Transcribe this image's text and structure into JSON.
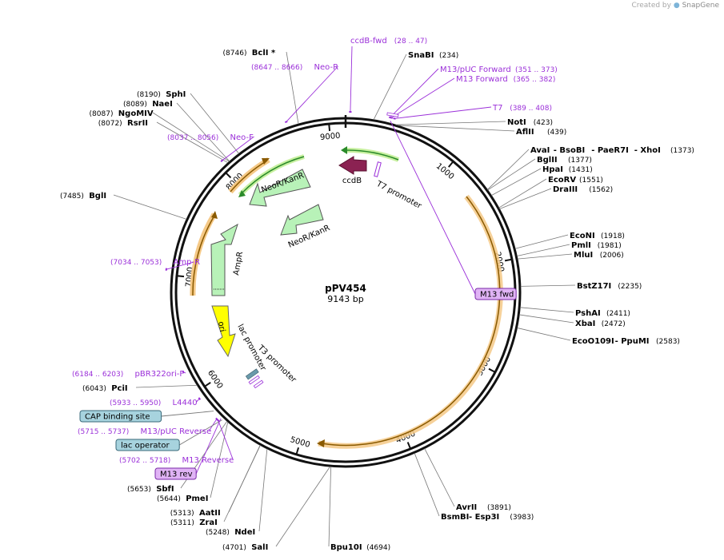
{
  "credit": {
    "prefix": "Created by",
    "brand": "SnapGene"
  },
  "plasmid": {
    "name": "pPV454",
    "length_label": "9143 bp",
    "length": 9143
  },
  "colors": {
    "primer": "#9b30d9",
    "orf": "#f5b24a",
    "neo": "#b8f2b8",
    "amp": "#b8f2b8",
    "ccdb": "#8b2252",
    "ori": "#ffff00",
    "misc_box": "#a7d3de",
    "primer_box": "#e0b3f5"
  },
  "ticks": [
    {
      "label": "1000",
      "pos": 1000
    },
    {
      "label": "2000",
      "pos": 2000
    },
    {
      "label": "3000",
      "pos": 3000
    },
    {
      "label": "4000",
      "pos": 4000
    },
    {
      "label": "5000",
      "pos": 5000
    },
    {
      "label": "6000",
      "pos": 6000
    },
    {
      "label": "7000",
      "pos": 7000
    },
    {
      "label": "8000",
      "pos": 8000
    },
    {
      "label": "9000",
      "pos": 9000
    }
  ],
  "enzymes": [
    {
      "side": "right",
      "parts": [
        {
          "name": "SnaBI",
          "pos": "(234)"
        }
      ],
      "site": 234
    },
    {
      "side": "right",
      "parts": [
        {
          "name": "NotI",
          "pos": "(423)"
        }
      ],
      "site": 423
    },
    {
      "side": "right",
      "parts": [
        {
          "name": "AflII",
          "pos": "(439)"
        }
      ],
      "site": 439
    },
    {
      "side": "right",
      "parts": [
        {
          "name": "AvaI",
          "pos": ""
        },
        {
          "name": "- BsoBI",
          "pos": ""
        },
        {
          "name": "- PaeR7I",
          "pos": ""
        },
        {
          "name": "- XhoI",
          "pos": "(1373)"
        }
      ],
      "site": 1373
    },
    {
      "side": "right",
      "parts": [
        {
          "name": "BglII",
          "pos": "(1377)"
        }
      ],
      "site": 1377
    },
    {
      "side": "right",
      "parts": [
        {
          "name": "HpaI",
          "pos": "(1431)"
        }
      ],
      "site": 1431
    },
    {
      "side": "right",
      "parts": [
        {
          "name": "EcoRV",
          "pos": "(1551)"
        }
      ],
      "site": 1551
    },
    {
      "side": "right",
      "parts": [
        {
          "name": "DraIII",
          "pos": "(1562)"
        }
      ],
      "site": 1562
    },
    {
      "side": "right",
      "parts": [
        {
          "name": "EcoNI",
          "pos": "(1918)"
        }
      ],
      "site": 1918
    },
    {
      "side": "right",
      "parts": [
        {
          "name": "PmlI",
          "pos": "(1981)"
        }
      ],
      "site": 1981
    },
    {
      "side": "right",
      "parts": [
        {
          "name": "MluI",
          "pos": "(2006)"
        }
      ],
      "site": 2006
    },
    {
      "side": "right",
      "parts": [
        {
          "name": "BstZ17I",
          "pos": "(2235)"
        }
      ],
      "site": 2235
    },
    {
      "side": "right",
      "parts": [
        {
          "name": "PshAI",
          "pos": "(2411)"
        }
      ],
      "site": 2411
    },
    {
      "side": "right",
      "parts": [
        {
          "name": "XbaI",
          "pos": "(2472)"
        }
      ],
      "site": 2472
    },
    {
      "side": "right",
      "parts": [
        {
          "name": "EcoO109I",
          "pos": ""
        },
        {
          "name": "- PpuMI",
          "pos": "(2583)"
        }
      ],
      "site": 2583
    },
    {
      "side": "right",
      "parts": [
        {
          "name": "AvrII",
          "pos": "(3891)"
        }
      ],
      "site": 3891
    },
    {
      "side": "right",
      "parts": [
        {
          "name": "BsmBI",
          "pos": ""
        },
        {
          "name": "- Esp3I",
          "pos": "(3983)"
        }
      ],
      "site": 3983
    },
    {
      "side": "right",
      "parts": [
        {
          "name": "Bpu10I",
          "pos": "(4694)"
        }
      ],
      "site": 4694
    },
    {
      "side": "left",
      "parts": [
        {
          "name": "SalI",
          "pos": "(4701)"
        }
      ],
      "site": 4701
    },
    {
      "side": "left",
      "parts": [
        {
          "name": "NdeI",
          "pos": "(5248)"
        }
      ],
      "site": 5248
    },
    {
      "side": "left",
      "parts": [
        {
          "name": "ZraI",
          "pos": "(5311)"
        }
      ],
      "site": 5311
    },
    {
      "side": "left",
      "parts": [
        {
          "name": "AatII",
          "pos": "(5313)"
        }
      ],
      "site": 5313
    },
    {
      "side": "left",
      "parts": [
        {
          "name": "PmeI",
          "pos": "(5644)"
        }
      ],
      "site": 5644
    },
    {
      "side": "left",
      "parts": [
        {
          "name": "SbfI",
          "pos": "(5653)"
        }
      ],
      "site": 5653
    },
    {
      "side": "left",
      "parts": [
        {
          "name": "PciI",
          "pos": "(6043)"
        }
      ],
      "site": 6043
    },
    {
      "side": "left",
      "parts": [
        {
          "name": "BglI",
          "pos": "(7485)"
        }
      ],
      "site": 7485
    },
    {
      "side": "left",
      "parts": [
        {
          "name": "RsrII",
          "pos": "(8072)"
        }
      ],
      "site": 8072
    },
    {
      "side": "left",
      "parts": [
        {
          "name": "NgoMIV",
          "pos": "(8087)"
        }
      ],
      "site": 8087
    },
    {
      "side": "left",
      "parts": [
        {
          "name": "NaeI",
          "pos": "(8089)"
        }
      ],
      "site": 8089
    },
    {
      "side": "left",
      "parts": [
        {
          "name": "SphI",
          "pos": "(8190)"
        }
      ],
      "site": 8190
    },
    {
      "side": "left",
      "parts": [
        {
          "name": "BclI *",
          "pos": "(8746)"
        }
      ],
      "site": 8746
    }
  ],
  "primers": [
    {
      "name": "ccdB-fwd",
      "range": "(28 .. 47)",
      "site": 38
    },
    {
      "name": "M13/pUC Forward",
      "range": "(351 .. 373)",
      "site": 362
    },
    {
      "name": "M13 Forward",
      "range": "(365 .. 382)",
      "site": 373
    },
    {
      "name": "T7",
      "range": "(389 .. 408)",
      "site": 398
    },
    {
      "name": "Neo-R",
      "range": "(8647 .. 8666)",
      "site": 8656
    },
    {
      "name": "Neo-F",
      "range": "(8037 .. 8056)",
      "site": 8046
    },
    {
      "name": "Amp-R",
      "range": "(7034 .. 7053)",
      "site": 7043
    },
    {
      "name": "pBR322ori-F",
      "range": "(6184 .. 6203)",
      "site": 6193
    },
    {
      "name": "L4440",
      "range": "(5933 .. 5950)",
      "site": 5941
    },
    {
      "name": "M13/pUC Reverse",
      "range": "(5715 .. 5737)",
      "site": 5726
    },
    {
      "name": "M13 Reverse",
      "range": "(5702 .. 5718)",
      "site": 5710
    }
  ],
  "boxes": [
    {
      "name": "M13 fwd",
      "kind": "primer_box",
      "site": 370
    },
    {
      "name": "CAP binding site",
      "kind": "misc_box",
      "site": 5790
    },
    {
      "name": "lac operator",
      "kind": "misc_box",
      "site": 5690
    },
    {
      "name": "M13 rev",
      "kind": "primer_box",
      "site": 5705
    }
  ],
  "features": [
    {
      "name": "ccdB",
      "kind": "ccdb"
    },
    {
      "name": "T7 promoter",
      "kind": "promoter"
    },
    {
      "name": "NeoR/KanR",
      "kind": "neo"
    },
    {
      "name": "NeoR/KanR",
      "kind": "neo"
    },
    {
      "name": "AmpR",
      "kind": "amp"
    },
    {
      "name": "ori",
      "kind": "ori"
    },
    {
      "name": "lac promoter",
      "kind": "promoter"
    },
    {
      "name": "T3 promoter",
      "kind": "promoter"
    }
  ]
}
